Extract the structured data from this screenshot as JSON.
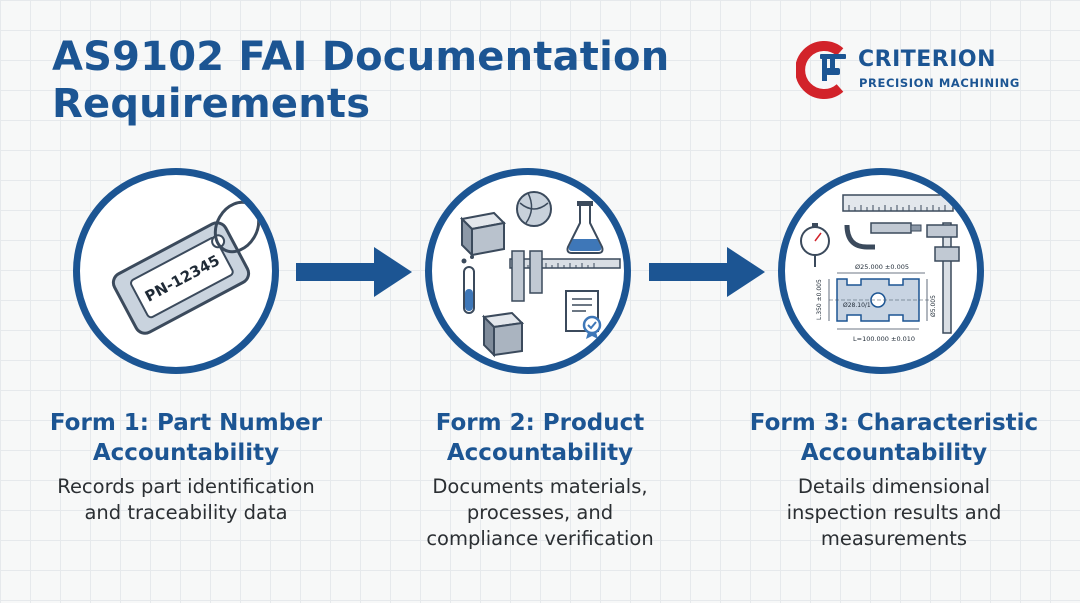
{
  "title": "AS9102 FAI Documentation Requirements",
  "logo": {
    "name": "CRITERION",
    "subtitle": "PRECISION MACHINING",
    "icon": "caliper-c-icon"
  },
  "colors": {
    "primary": "#1c5593",
    "accent": "#d2232a",
    "text": "#2b2f33",
    "background": "#f7f8f8"
  },
  "forms": [
    {
      "title_line1": "Form 1: Part Number",
      "title_line2": "Accountability",
      "desc_line1": "Records part identification",
      "desc_line2": "and traceability data",
      "icon": "part-tag-icon",
      "tag_text": "PN-12345"
    },
    {
      "title_line1": "Form 2: Product",
      "title_line2": "Accountability",
      "desc_line1": "Documents materials,",
      "desc_line2": "processes, and",
      "desc_line3": "compliance verification",
      "icon": "materials-processes-icon"
    },
    {
      "title_line1": "Form 3: Characteristic",
      "title_line2": "Accountability",
      "desc_line1": "Details dimensional",
      "desc_line2": "inspection results and",
      "desc_line3": "measurements",
      "icon": "inspection-drawing-icon",
      "dims": {
        "top": "Ø25.000 ±0.005",
        "bottom": "L=100.000 ±0.010",
        "left": "L.350 ±0.005",
        "inner": "Ø28.10/1",
        "right": "Ø5.005"
      }
    }
  ]
}
